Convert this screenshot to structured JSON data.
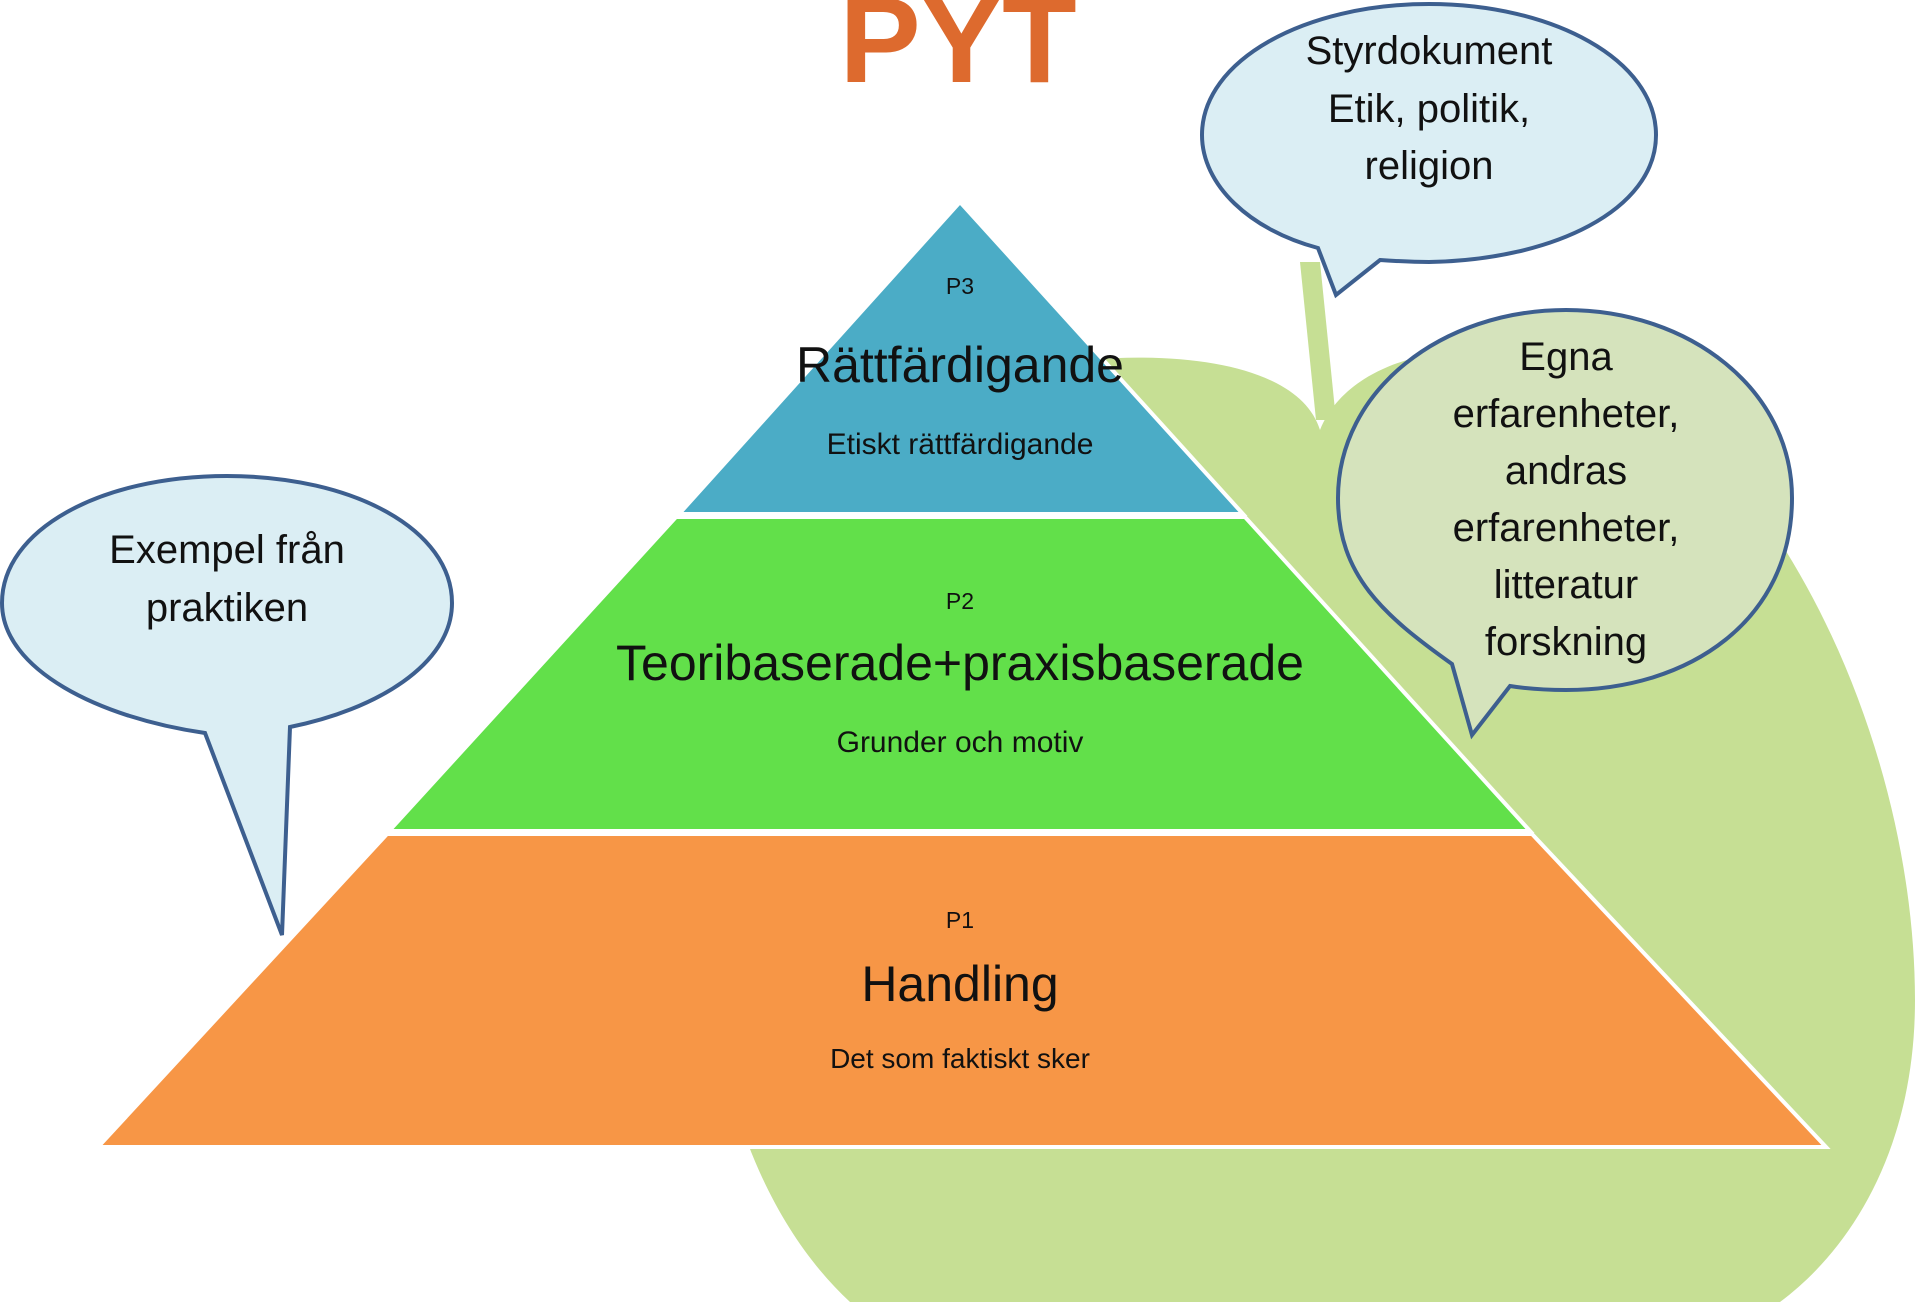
{
  "title": "PYT",
  "colors": {
    "title": "#dd6a2e",
    "apple": "#c6df94",
    "tier_top": "#4bacc6",
    "tier_middle": "#62e04a",
    "tier_bottom": "#f79646",
    "bubble_fill": "#dbeef4",
    "bubble_fill_alt": "#d5e3bc",
    "bubble_stroke": "#3d5f8f"
  },
  "pyramid": {
    "top": {
      "code": "P3",
      "name": "Rättfärdigande",
      "description": "Etiskt rättfärdigande"
    },
    "middle": {
      "code": "P2",
      "name": "Teoribaserade+praxisbaserade",
      "description": "Grunder och motiv"
    },
    "bottom": {
      "code": "P1",
      "name": "Handling",
      "description": "Det som faktiskt sker"
    }
  },
  "bubbles": {
    "left": {
      "lines": [
        "Exempel från",
        "praktiken"
      ]
    },
    "top_right": {
      "lines": [
        "Styrdokument",
        "Etik, politik,",
        "religion"
      ]
    },
    "right": {
      "lines": [
        "Egna",
        "erfarenheter,",
        "andras",
        "erfarenheter,",
        "litteratur",
        "forskning"
      ]
    }
  }
}
